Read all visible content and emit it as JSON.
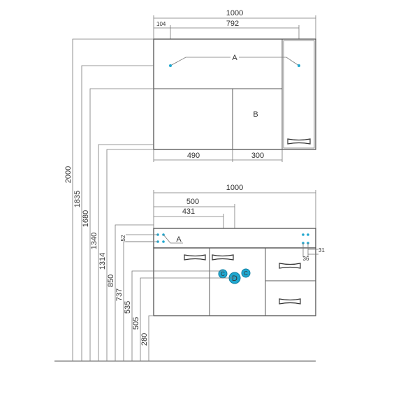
{
  "upper_cabinet": {
    "width_label": "1000",
    "offset_label": "104",
    "inner_width_label": "792",
    "left_section_label": "490",
    "right_section_label": "300",
    "callout_a": "A",
    "callout_b": "B"
  },
  "lower_cabinet": {
    "width_label": "1000",
    "dim_500": "500",
    "dim_431": "431",
    "dim_52": "52",
    "dim_31": "31",
    "dim_36": "36",
    "callout_a": "A",
    "callout_c1": "C",
    "callout_d": "D",
    "callout_c2": "C"
  },
  "heights": [
    "2000",
    "1835",
    "1680",
    "1340",
    "1314",
    "850",
    "737",
    "535",
    "505",
    "280"
  ],
  "colors": {
    "line": "#555555",
    "accent": "#1fa7cf"
  }
}
